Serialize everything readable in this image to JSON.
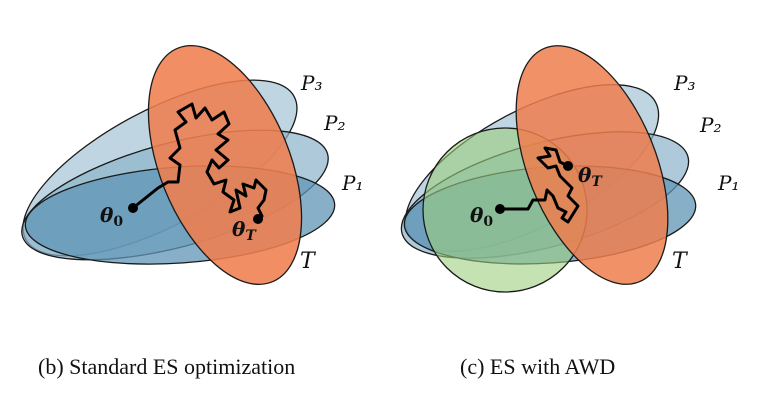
{
  "panels": [
    {
      "caption": "(b) Standard ES optimization",
      "labels": {
        "p3": "P₃",
        "p2": "P₂",
        "p1": "P₁",
        "t": "T",
        "theta0": "θ",
        "theta0_sub": "0",
        "thetaT": "θ",
        "thetaT_sub": "T"
      }
    },
    {
      "caption": "(c) ES with AWD",
      "labels": {
        "p3": "P₃",
        "p2": "P₂",
        "p1": "P₁",
        "t": "T",
        "theta0": "θ",
        "theta0_sub": "0",
        "thetaT": "θ",
        "thetaT_sub": "T"
      }
    }
  ],
  "colors": {
    "blue_fill": "#3f7ea0",
    "blue_light": "#a9c7d8",
    "orange": "#ef7e4e",
    "green": "#9ccf7e",
    "path": "#000000"
  }
}
